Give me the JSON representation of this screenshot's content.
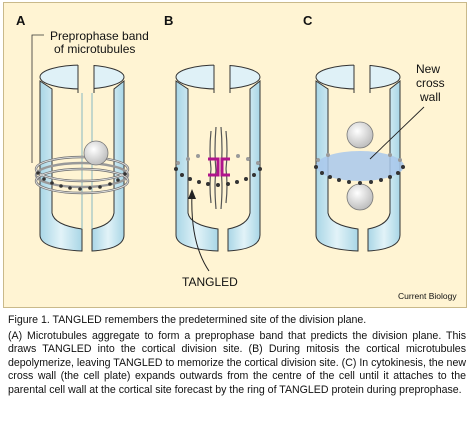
{
  "figure": {
    "panel_labels": [
      "A",
      "B",
      "C"
    ],
    "annotations": {
      "preprophase_line1": "Preprophase band",
      "preprophase_line2": "of microtubules",
      "new_cross_wall_line1": "New",
      "new_cross_wall_line2": "cross",
      "new_cross_wall_line3": "wall",
      "tangled": "TANGLED",
      "credit": "Current Biology"
    },
    "colors": {
      "background": "#fff4d3",
      "cell_wall": "#c3e4ef",
      "tangled_protein": "#b0148c",
      "cross_wall": "#a9c8ec"
    }
  },
  "caption": {
    "title": "Figure 1. TANGLED remembers the predetermined site of the division plane.",
    "body": "(A) Microtubules aggregate to form a preprophase band that predicts the division plane. This draws TANGLED into the cortical division site. (B) During mitosis the cortical microtubules depolymerize, leaving TANGLED to memorize the cortical division site. (C) In cytokinesis, the new cross wall (the cell plate) expands outwards from the centre of the cell until it attaches to the parental cell wall at the cortical site forecast by the ring of TANGLED protein during preprophase."
  }
}
